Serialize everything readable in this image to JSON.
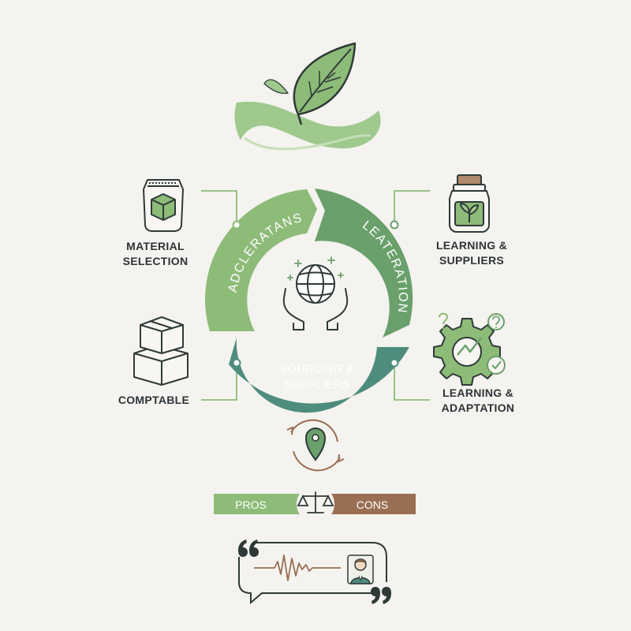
{
  "cycle": {
    "segment_top_left": "ADCLERATANS",
    "segment_right": "LEATERATION",
    "segment_bottom_line1": "SOURCING &",
    "segment_bottom_line2": "SUPPLIERS"
  },
  "items": {
    "material_selection_line1": "MATERIAL",
    "material_selection_line2": "SELECTION",
    "learning_suppliers_line1": "LEARNING &",
    "learning_suppliers_line2": "SUPPLIERS",
    "comptable": "COMPTABLE",
    "learning_adaptation_line1": "LEARNING &",
    "learning_adaptation_line2": "ADAPTATION"
  },
  "balance": {
    "pros": "PROS",
    "cons": "CONS"
  },
  "colors": {
    "light_green": "#8dbb78",
    "mid_green": "#6aa06b",
    "teal": "#4e8c7e",
    "brown": "#9a6e52",
    "outline": "#2f3a38"
  }
}
